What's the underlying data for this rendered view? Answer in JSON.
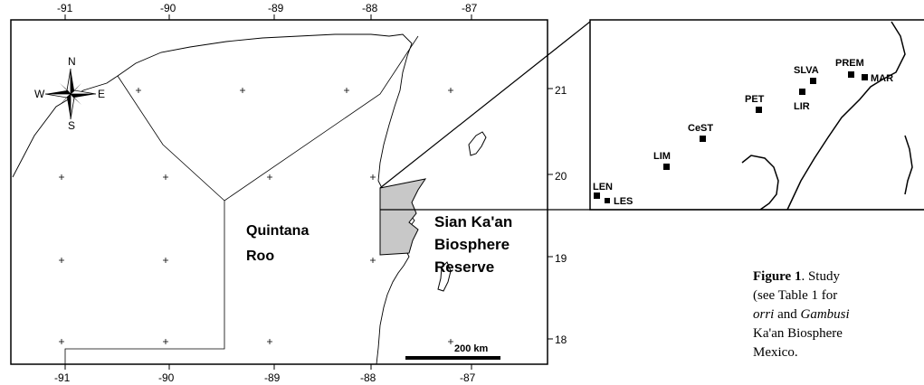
{
  "map": {
    "lon_top": [
      "-91",
      "-90",
      "-89",
      "-88",
      "-87"
    ],
    "lon_bottom": [
      "-91",
      "-90",
      "-89",
      "-88",
      "-87"
    ],
    "lat_right": [
      "21",
      "20",
      "19",
      "18"
    ],
    "region_label_line1": "Quintana",
    "region_label_line2": "Roo",
    "reserve_label_line1": "Sian Ka'an",
    "reserve_label_line2": "Biosphere",
    "reserve_label_line3": "Reserve",
    "scale_label": "200 km",
    "compass": {
      "n": "N",
      "s": "S",
      "e": "E",
      "w": "W"
    },
    "reserve_fill": "#c8c8c8"
  },
  "inset": {
    "sites": [
      {
        "code": "SLVA"
      },
      {
        "code": "PREM"
      },
      {
        "code": "MAR"
      },
      {
        "code": "PET"
      },
      {
        "code": "LIR"
      },
      {
        "code": "CeST"
      },
      {
        "code": "LIM"
      },
      {
        "code": "LEN"
      },
      {
        "code": "LES"
      }
    ]
  },
  "caption": {
    "label": "Figure 1",
    "line1_rest": ".   Study",
    "line2": "(see Table 1 for",
    "line3_italic": "orri",
    "line3_rest": " and ",
    "line3_italic2": "Gambusi",
    "line4": "Ka'an Biosphere",
    "line5": "Mexico."
  }
}
